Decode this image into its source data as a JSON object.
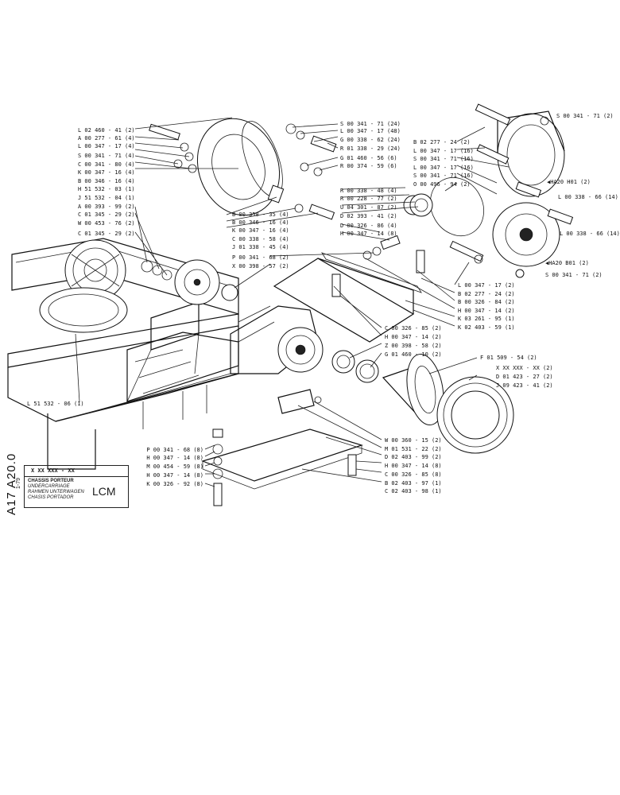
{
  "sheet": {
    "code": "A17 A20.0",
    "date": "1-79",
    "part_code": "X XX XXX - XX",
    "titles": [
      "CHASSIS PORTEUR",
      "UNDERCARRIAGE",
      "RAHMEN UNTERWAGEN",
      "CHASIS PORTADOR"
    ],
    "model": "LCM"
  },
  "callouts": {
    "left_group": [
      "L 02 460 - 41 (2)",
      "A 00 277 - 61 (4)",
      "L 00 347 - 17 (4)",
      "S 00 341 - 71 (4)",
      "C 00 341 - 80 (4)",
      "K 00 347 - 16 (4)",
      "B 00 346 - 16 (4)",
      "H 51 532 - 03 (1)",
      "J 51 532 - 04 (1)",
      "A 00 393 - 99 (2)",
      "C 01 345 - 29 (2)",
      "W 00 453 - 76 (2)",
      "C 01 345 - 29 (2)"
    ],
    "top_center": [
      "S 00 341 - 71 (24)",
      "L 00 347 - 17 (48)",
      "G 00 338 - 62 (24)",
      "R 01 338 - 29 (24)",
      "G 01 460 - 56 (6)",
      "R 00 374 - 59 (6)"
    ],
    "mid_center": [
      "B 00 358 - 35 (4)",
      "B 00 346 - 16 (4)",
      "K 00 347 - 16 (4)",
      "C 00 338 - 58 (4)",
      "J 01 338 - 45 (4)",
      "P 00 341 - 68 (2)",
      "X 00 398 - 57 (2)"
    ],
    "center_right": [
      "R 00 338 - 48 (4)",
      "R 00 228 - 77 (2)",
      "U 04 301 - 87 (2)",
      "D 02 393 - 41 (2)",
      "D 00 326 - 86 (4)",
      "H 00 347 - 14 (8)"
    ],
    "upper_right": [
      "B 02 277 - 24 (2)",
      "L 00 347 - 17 (16)",
      "S 00 341 - 71 (16)",
      "L 00 347 - 17 (16)",
      "S 00 341 - 71 (16)",
      "O 00 496 - 94 (2)"
    ],
    "far_right": [
      "S 00 341 - 71 (2)",
      "HA20 H01 (2)",
      "L 00 338 - 66 (14)",
      "L 00 338 - 66 (14)",
      "HA20 B01 (2)",
      "S 00 341 - 71 (2)"
    ],
    "right_mid": [
      "L 00 347 - 17 (2)",
      "B 02 277 - 24 (2)",
      "B 00 326 - 84 (2)",
      "H 00 347 - 14 (2)",
      "K 03 261 - 95 (1)",
      "K 02 403 - 59 (1)"
    ],
    "center_low": [
      "C 00 326 - 85 (2)",
      "H 00 347 - 14 (2)",
      "Z 00 398 - 58 (2)",
      "G 01 460 - 10 (2)"
    ],
    "drive_right": [
      "F 01 509 - 54 (2)",
      "X XX XXX - XX (2)",
      "D 01 423 - 27 (2)",
      "J 09 423 - 41 (2)"
    ],
    "frame": "L 51 532 - 06 (1)",
    "bottom_center": [
      "W 00 360 - 15 (2)",
      "M 01 531 - 22 (2)",
      "D 02 403 - 99 (2)",
      "H 00 347 - 14 (8)",
      "C 00 326 - 85 (8)",
      "B 02 403 - 97 (1)",
      "C 02 403 - 98 (1)"
    ],
    "bottom_left": [
      "P 00 341 - 68 (8)",
      "H 00 347 - 14 (8)",
      "M 00 454 - 59 (8)",
      "H 00 347 - 14 (8)",
      "K 00 326 - 92 (8)"
    ]
  }
}
